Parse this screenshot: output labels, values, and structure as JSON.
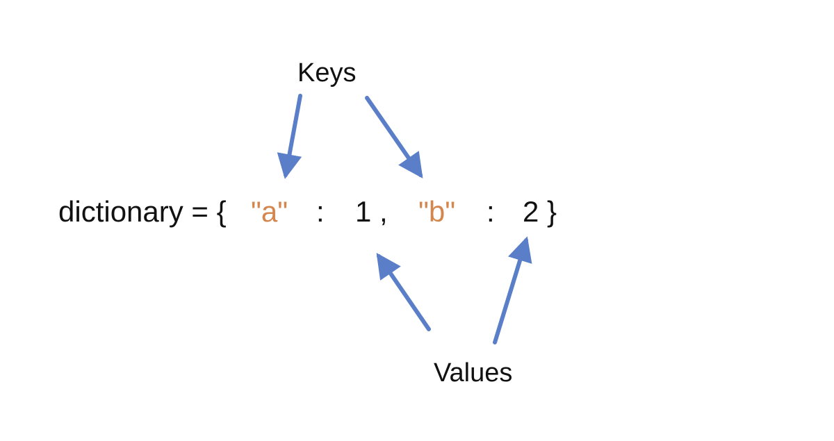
{
  "labels": {
    "keys": "Keys",
    "values": "Values"
  },
  "code": {
    "lhs": "dictionary = {",
    "key_a": "\"a\"",
    "colon_1": ":",
    "value_1": "1 ,",
    "key_b": "\"b\"",
    "colon_2": ":",
    "value_2": "2 }"
  },
  "colors": {
    "arrow": "#5a7fc8",
    "key_text": "#d4864f",
    "text": "#111111"
  }
}
